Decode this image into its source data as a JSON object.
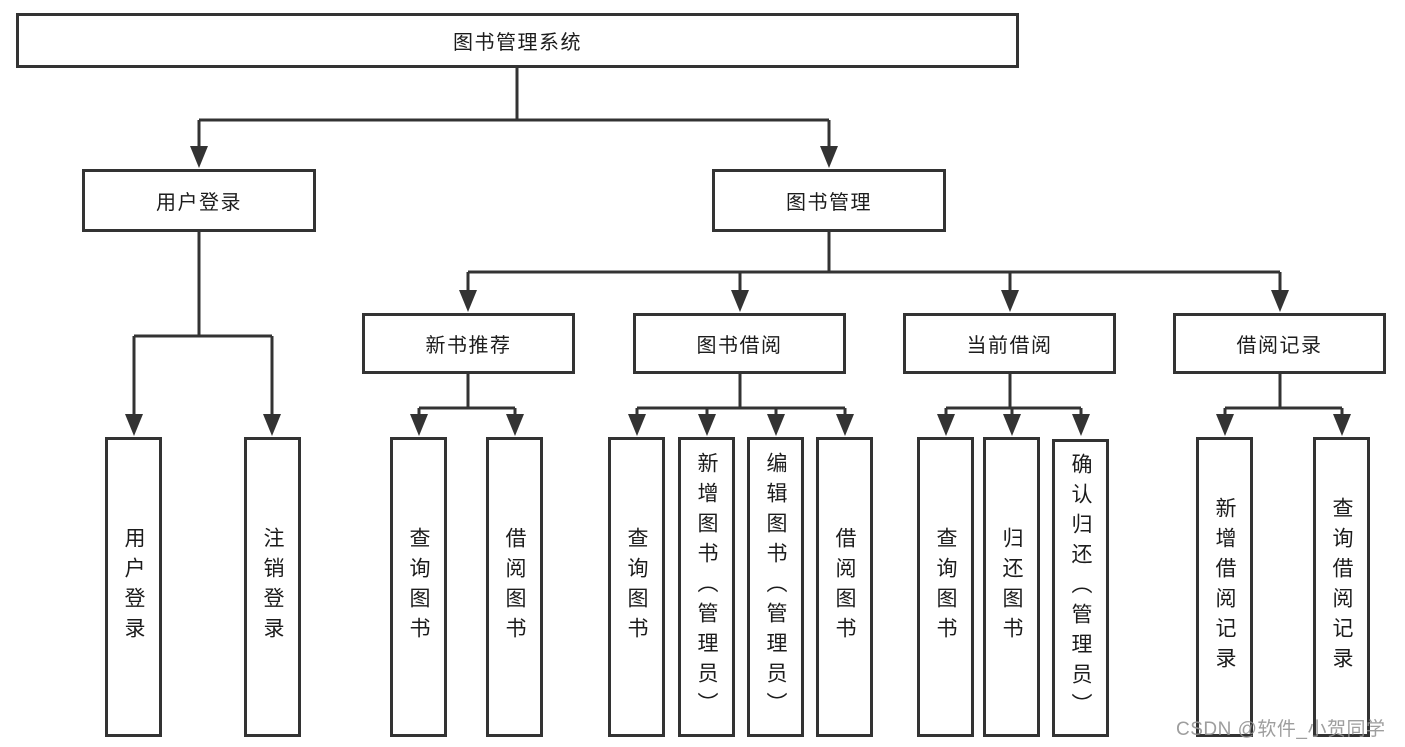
{
  "tree": {
    "root": {
      "label": "图书管理系统",
      "children": [
        {
          "label": "用户登录",
          "children": [
            {
              "label": "用户登录"
            },
            {
              "label": "注销登录"
            }
          ]
        },
        {
          "label": "图书管理",
          "children": [
            {
              "label": "新书推荐",
              "children": [
                {
                  "label": "查询图书"
                },
                {
                  "label": "借阅图书"
                }
              ]
            },
            {
              "label": "图书借阅",
              "children": [
                {
                  "label": "查询图书"
                },
                {
                  "label": "新增图书（管理员）"
                },
                {
                  "label": "编辑图书（管理员）"
                },
                {
                  "label": "借阅图书"
                }
              ]
            },
            {
              "label": "当前借阅",
              "children": [
                {
                  "label": "查询图书"
                },
                {
                  "label": "归还图书"
                },
                {
                  "label": "确认归还（管理员）"
                }
              ]
            },
            {
              "label": "借阅记录",
              "children": [
                {
                  "label": "新增借阅记录"
                },
                {
                  "label": "查询借阅记录"
                }
              ]
            }
          ]
        }
      ]
    }
  },
  "colors": {
    "line": "#333333",
    "text": "#1c1c1c",
    "watermark": "#949494"
  },
  "watermark": {
    "text": "CSDN @软件_小贺同学"
  }
}
